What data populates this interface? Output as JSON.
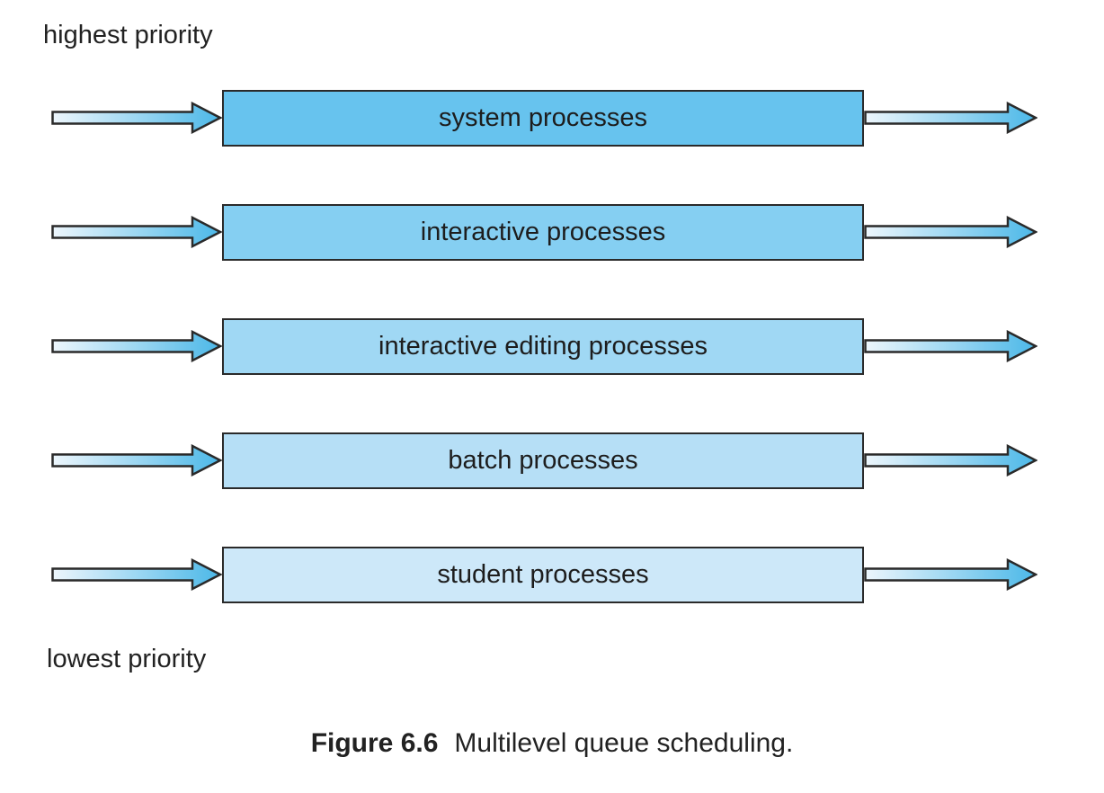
{
  "diagram": {
    "top_label": "highest priority",
    "bottom_label": "lowest priority",
    "queues": [
      {
        "label": "system processes",
        "color": "#67c3ee"
      },
      {
        "label": "interactive processes",
        "color": "#85cff2"
      },
      {
        "label": "interactive editing processes",
        "color": "#a0d8f4"
      },
      {
        "label": "batch processes",
        "color": "#b6dff6"
      },
      {
        "label": "student processes",
        "color": "#cde8f9"
      }
    ],
    "caption": {
      "figure_label": "Figure 6.6",
      "text": "Multilevel queue scheduling."
    },
    "colors": {
      "arrow_gradient_start": "#edf6fc",
      "arrow_gradient_end": "#4cb8e8",
      "outline": "#2a2a2a",
      "text": "#222222"
    }
  }
}
